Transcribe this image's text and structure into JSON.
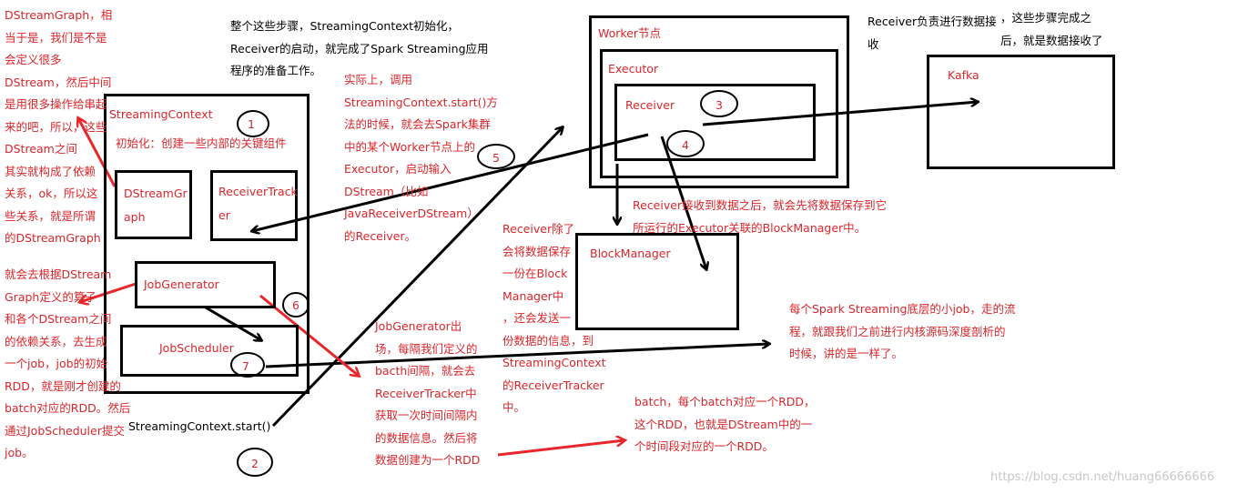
{
  "annotations": {
    "dstreamgraph_note": "DStreamGraph，相\n当于是，我们是不是\n会定义很多\nDStream，然后中间\n是用很多操作给串起\n来的吧，所以，这些\nDStream之间\n其实就构成了依赖\n关系，ok，所以这\n些关系，就是所谓\n的DStreamGraph",
    "prep_note": "整个这些步骤，StreamingContext初始化，\nReceiver的启动，就完成了Spark Streaming应用\n程序的准备工作。",
    "start_note": "实际上，调用\nStreamingContext.start()方\n法的时候，就会去Spark集群\n中的某个Worker节点上的\nExecutor，启动输入\nDStream（比如\nJavaReceiverDStream）\n的Receiver。",
    "jobgen_note": "就会去根据DStream\nGraph定义的算子\n和各个DStream之间\n的依赖关系，去生成\n一个job，job的初始\nRDD，就是刚才创建的\nbatch对应的RDD。然后\n通过JobScheduler提交\njob。",
    "jobgen_interval_note": "JobGenerator出\n场，每隔我们定义的\nbacth间隔，就会去\nReceiverTracker中\n获取一次时间间隔内\n的数据信息。然后将\n数据创建为一个RDD",
    "receiver_copy_note": "Receiver除了\n会将数据保存\n一份在Block\nManager中\n，还会发送一\n份数据的信息，到\nStreamingContext\n的ReceiverTracker\n中。",
    "receiver_save_note": "Receiver接收到数据之后，就会先将数据保存到它\n所运行的Executor关联的BlockManager中。",
    "receiver_recv_note": "Receiver负责进行数据接\n收",
    "done_note": "，这些步骤完成之\n后，就是数据接收了",
    "spark_job_note": "每个Spark Streaming底层的小job，走的流\n程，就跟我们之前进行内核源码深度剖析的\n时候，讲的是一样了。",
    "batch_note": "batch，每个batch对应一个RDD，\n这个RDD，也就是DStream中的一\n个时间段对应的一个RDD。",
    "watermark": "https://blog.csdn.net/huang66666666"
  },
  "boxes": {
    "streaming_context": "StreamingContext",
    "init_label": "初始化：创建一些内部的关键组件",
    "dstream_graph": "DStreamGr\naph",
    "receiver_tracker": "ReceiverTrack\ner",
    "job_generator": "JobGenerator",
    "job_scheduler": "JobScheduler",
    "worker": "Worker节点",
    "executor": "Executor",
    "receiver": "Receiver",
    "kafka": "Kafka",
    "block_manager": "BlockManager"
  },
  "labels": {
    "start_call": "StreamingContext.start()"
  },
  "steps": [
    "1",
    "2",
    "3",
    "4",
    "5",
    "6",
    "7"
  ],
  "colors": {
    "accent": "#d9262b",
    "ink": "#000000"
  }
}
